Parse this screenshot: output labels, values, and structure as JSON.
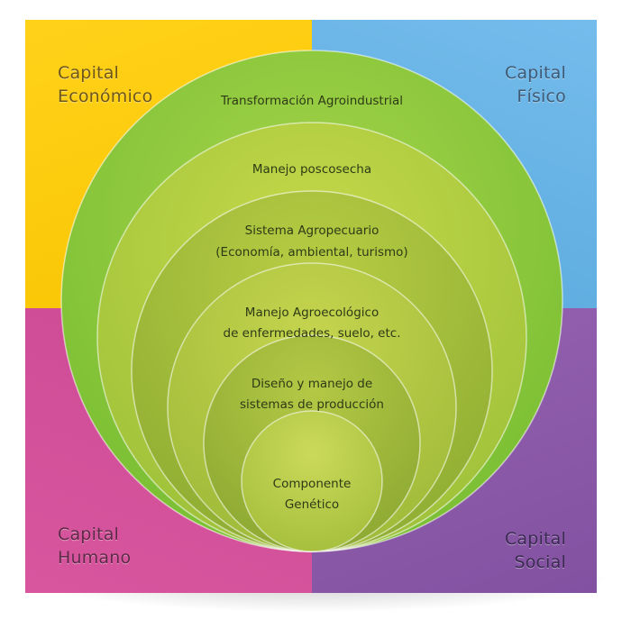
{
  "quadrants": {
    "economico": {
      "line1": "Capital",
      "line2": "Económico",
      "color": "#f9c80a"
    },
    "fisico": {
      "line1": "Capital",
      "line2": "Físico",
      "color": "#66b3e4"
    },
    "humano": {
      "line1": "Capital",
      "line2": "Humano",
      "color": "#d2509a"
    },
    "social": {
      "line1": "Capital",
      "line2": "Social",
      "color": "#8b5aa8"
    }
  },
  "rings": [
    {
      "lines": [
        "Transformación Agroindustrial"
      ],
      "color": "#8cc63e"
    },
    {
      "lines": [
        "Manejo poscosecha"
      ],
      "color": "#a8c83a"
    },
    {
      "lines": [
        "Sistema Agropecuario",
        "(Economía, ambiental, turismo)"
      ],
      "color": "#9ab838"
    },
    {
      "lines": [
        "Manejo Agroecológico",
        "de enfermedades, suelo, etc."
      ],
      "color": "#a9c43c"
    },
    {
      "lines": [
        "Diseño y manejo de",
        "sistemas de producción"
      ],
      "color": "#98b536"
    },
    {
      "lines": [
        "Componente",
        "Genético"
      ],
      "color": "#b2c844"
    }
  ]
}
